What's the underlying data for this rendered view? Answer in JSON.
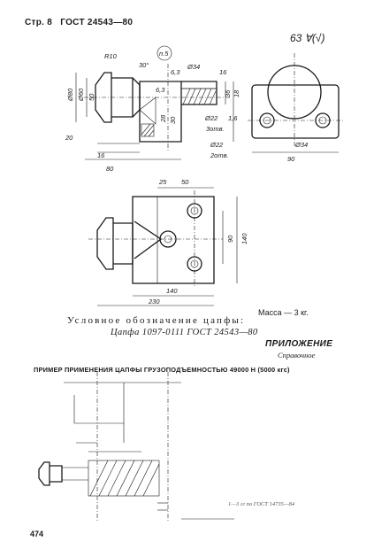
{
  "header": {
    "page_label": "Стр. 8",
    "standard": "ГОСТ 24543—80"
  },
  "roughness": "63 ∀(√)",
  "dimensions": {
    "r10": "R10",
    "angle30": "30°",
    "p5": "п.5",
    "d34_top": "Ø34",
    "r63a": "6,3",
    "r63b": "6,3",
    "d80": "Ø80",
    "d60": "Ø60",
    "d50": "50",
    "d16": "16",
    "d36": "36",
    "d18": "18",
    "d28": "28",
    "d30": "30",
    "d22a": "Ø22",
    "d16b": "1,6",
    "holes3": "3отв.",
    "d22b": "Ø22",
    "holes2": "2отв.",
    "d34b": "Ø34",
    "d20": "20",
    "d16c": "16",
    "d80b": "80",
    "d90a": "90",
    "d25": "25",
    "d90b": "90",
    "d140a": "140",
    "d140b": "140",
    "d230": "230"
  },
  "mass_label": "Масса — 3 кг.",
  "condition_label": "Условное обозначение цапфы:",
  "condition_value": "Цапфа 1097-0111 ГОСТ 24543—80",
  "appendix_title": "ПРИЛОЖЕНИЕ",
  "appendix_subtitle": "Справочное",
  "example_title": "ПРИМЕР ПРИМЕНЕНИЯ ЦАПФЫ ГРУЗОПОДЪЕМНОСТЬЮ 49000 Н (5000 кгс)",
  "bottom_ref": "1—3 гг по ГОСТ 14735—84",
  "page_number": "474"
}
